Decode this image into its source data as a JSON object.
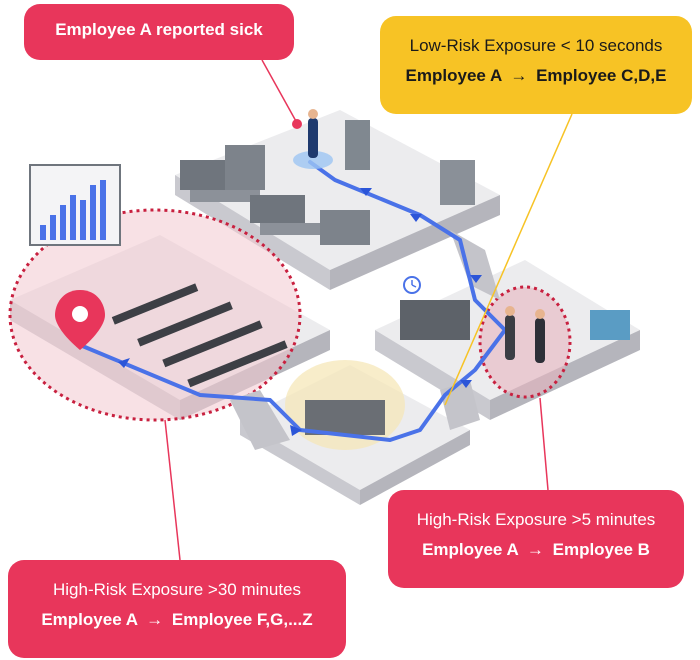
{
  "callouts": {
    "sick": {
      "text": "Employee A reported sick"
    },
    "low_risk": {
      "heading": "Low-Risk Exposure < 10 seconds",
      "from": "Employee A",
      "arrow": "→",
      "to": "Employee C,D,E"
    },
    "high_risk_5min": {
      "heading": "High-Risk Exposure >5 minutes",
      "from": "Employee A",
      "arrow": "→",
      "to": "Employee B"
    },
    "high_risk_30min": {
      "heading": "High-Risk Exposure >30 minutes",
      "from": "Employee A",
      "arrow": "→",
      "to": "Employee F,G,...Z"
    }
  },
  "colors": {
    "accent_red": "#e8365b",
    "accent_yellow": "#f7c325",
    "path_blue": "#4a72e8",
    "floor_gray": "#d8d8dc",
    "floor_top": "#ececee",
    "meeting_zone": "#f2c9d0"
  },
  "icons": [
    "location-pin-icon",
    "clock-icon",
    "arrow-icon"
  ]
}
